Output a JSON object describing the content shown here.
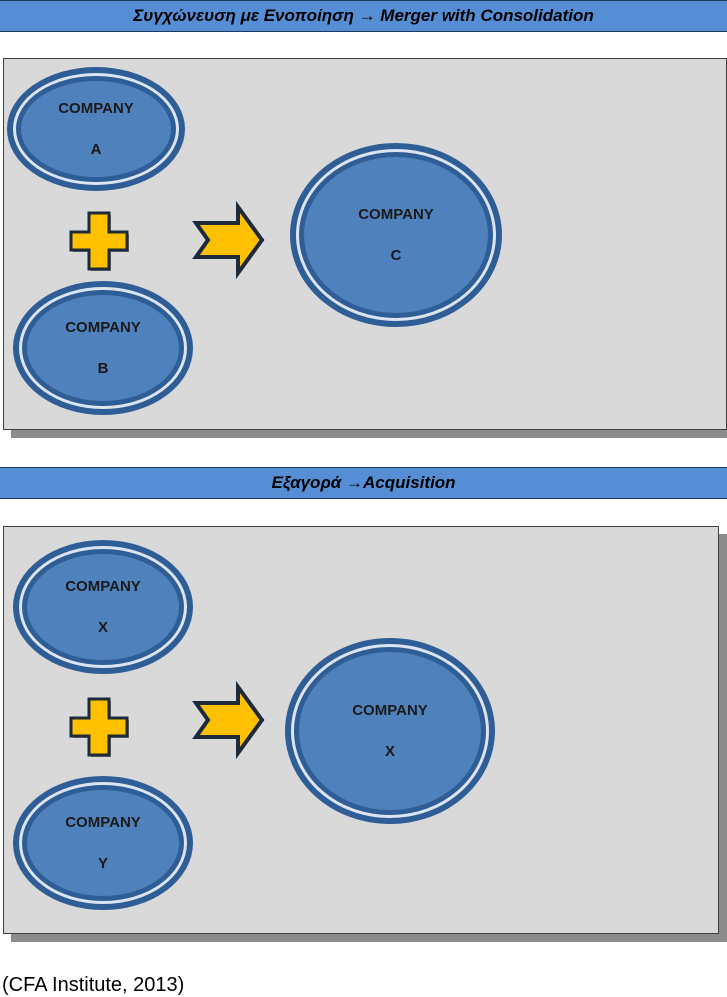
{
  "sections": [
    {
      "title": "Συγχώνευση με Ενοποίηση → Merger with Consolidation",
      "left_top": {
        "line1": "COMPANY",
        "line2": "A"
      },
      "left_bottom": {
        "line1": "COMPANY",
        "line2": "B"
      },
      "result": {
        "line1": "COMPANY",
        "line2": "C"
      }
    },
    {
      "title": "Εξαγορά →Acquisition",
      "left_top": {
        "line1": "COMPANY",
        "line2": "X"
      },
      "left_bottom": {
        "line1": "COMPANY",
        "line2": "Y"
      },
      "result": {
        "line1": "COMPANY",
        "line2": "X"
      }
    }
  ],
  "citation": "(CFA Institute, 2013)",
  "colors": {
    "header": "#558ed5",
    "panel": "#d9d9d9",
    "ellipse_fill": "#4f81bd",
    "ellipse_border": "#2f5d96",
    "plus_fill": "#ffc000",
    "arrow_fill": "#ffc000"
  },
  "icons": {
    "plus": "plus-icon",
    "arrow": "arrow-right-icon"
  }
}
